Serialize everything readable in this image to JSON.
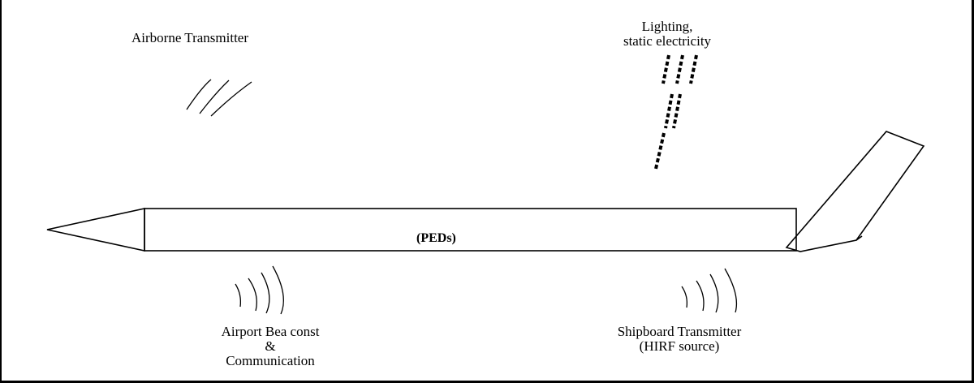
{
  "labels": {
    "airborne": "Airborne Transmitter",
    "lighting_line1": "Lighting,",
    "lighting_line2": "static electricity",
    "peds": "(PEDs)",
    "airport_line1": "Airport Bea const",
    "airport_line2": "&",
    "airport_line3": "Communication",
    "shipboard_line1": "Shipboard Transmitter",
    "shipboard_line2": "(HIRF source)"
  },
  "colors": {
    "line": "#000000",
    "background": "#ffffff"
  }
}
